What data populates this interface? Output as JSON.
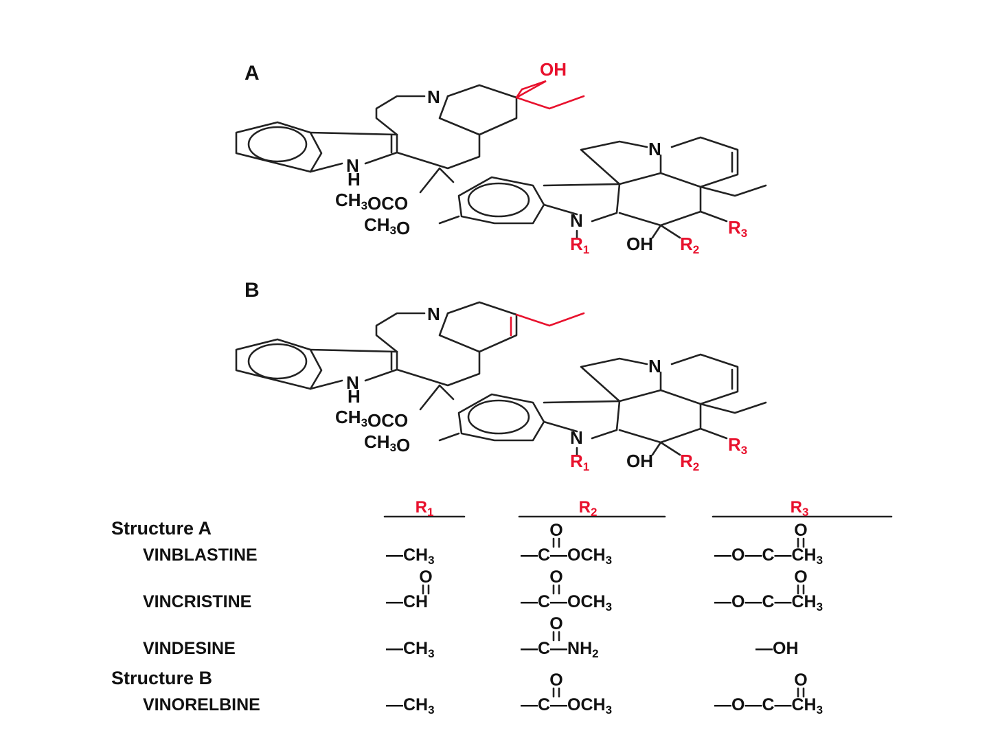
{
  "panels": {
    "a": "A",
    "b": "B"
  },
  "atoms": {
    "n": "N",
    "nh": "N",
    "h": "H",
    "oh": "OH",
    "ester": "CH3OCO",
    "methoxy": "CH3O",
    "r1": "R1",
    "r2": "R2",
    "r3": "R3"
  },
  "table": {
    "col_headers": [
      "R1",
      "R2",
      "R3"
    ],
    "structure_a": "Structure A",
    "structure_b": "Structure B",
    "rows": [
      {
        "name": "VINBLASTINE",
        "r1": "—CH3",
        "r2": "—C—OCH3",
        "r3": "—O—C—CH3"
      },
      {
        "name": "VINCRISTINE",
        "r1": "—CH",
        "r2": "—C—OCH3",
        "r3": "—O—C—CH3"
      },
      {
        "name": "VINDESINE",
        "r1": "—CH3",
        "r2": "—C—NH2",
        "r3": "—OH"
      },
      {
        "name": "VINORELBINE",
        "r1": "—CH3",
        "r2": "—C—OCH3",
        "r3": "—O—C—CH3"
      }
    ],
    "oxygen": "O"
  },
  "colors": {
    "bond": "#222222",
    "highlight": "#e8112d"
  }
}
